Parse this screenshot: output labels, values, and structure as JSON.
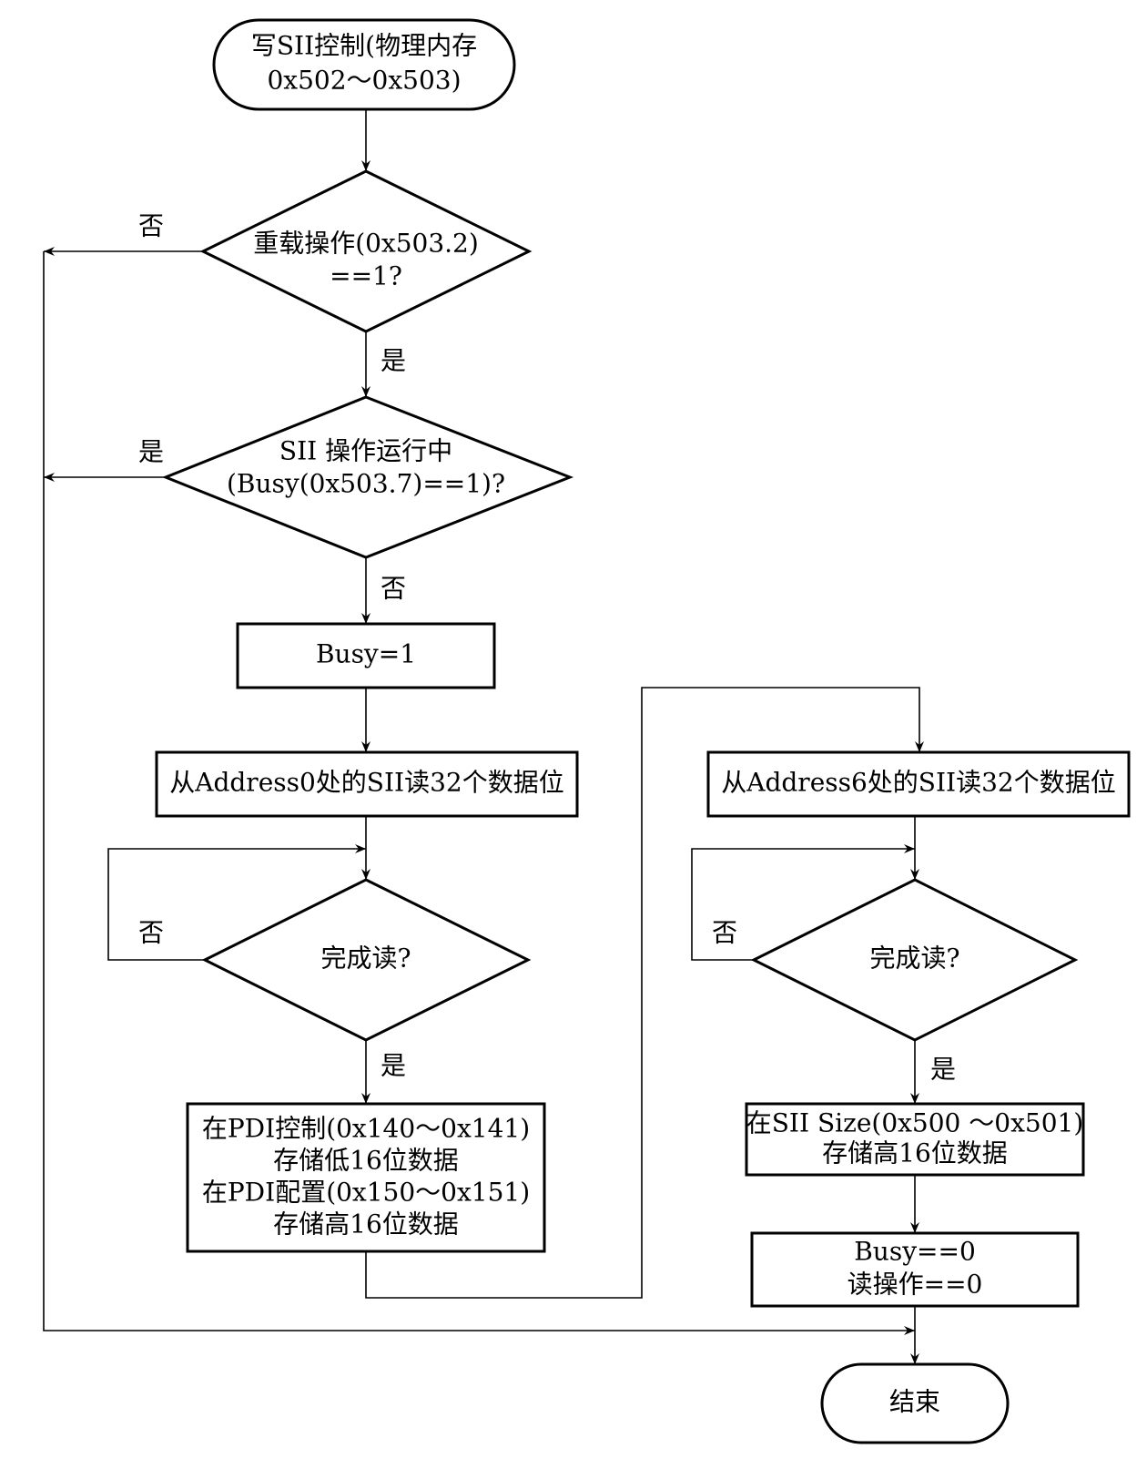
{
  "nodes": {
    "start_line1": "写SII控制(物理内存",
    "start_line2": "0x502～0x503)",
    "reload_line1": "重载操作(0x503.2)",
    "reload_line2": "==1?",
    "busy_check_line1": "SII 操作运行中",
    "busy_check_line2": "(Busy(0x503.7)==1)?",
    "set_busy": "Busy=1",
    "read_addr0": "从Address0处的SII读32个数据位",
    "read_done_left": "完成读?",
    "store_pdi_line1": "在PDI控制(0x140～0x141)",
    "store_pdi_line2": "存储低16位数据",
    "store_pdi_line3": "在PDI配置(0x150～0x151)",
    "store_pdi_line4": "存储高16位数据",
    "read_addr6": "从Address6处的SII读32个数据位",
    "read_done_right": "完成读?",
    "store_size_line1": "在SII Size(0x500 ～0x501)",
    "store_size_line2": "存储高16位数据",
    "clear_line1": "Busy==0",
    "clear_line2": "读操作==0",
    "end": "结束"
  },
  "edge_labels": {
    "reload_no": "否",
    "reload_yes": "是",
    "busy_yes": "是",
    "busy_no": "否",
    "done_left_no": "否",
    "done_left_yes": "是",
    "done_right_no": "否",
    "done_right_yes": "是"
  }
}
